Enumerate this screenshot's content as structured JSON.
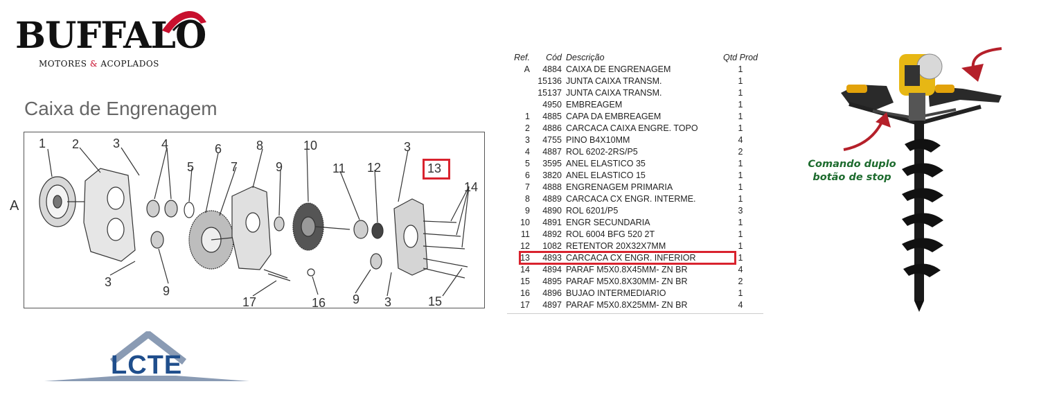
{
  "logo": {
    "brand": "BUFFALO",
    "registered": "®",
    "sub_left": "MOTORES",
    "sub_amp": "&",
    "sub_right": "ACOPLADOS"
  },
  "page": {
    "title": "Caixa de Engrenagem"
  },
  "diagram": {
    "assembly_label": "A",
    "callouts": {
      "c1": "1",
      "c2": "2",
      "c3a": "3",
      "c4": "4",
      "c5": "5",
      "c6": "6",
      "c7": "7",
      "c8": "8",
      "c9a": "9",
      "c10": "10",
      "c3b": "3",
      "c11": "11",
      "c12": "12",
      "c13": "13",
      "c14": "14",
      "c3c": "3",
      "c9b": "9",
      "c17": "17",
      "c16": "16",
      "c9c": "9",
      "c3d": "3",
      "c15": "15"
    }
  },
  "parts_table": {
    "headers": {
      "ref": "Ref.",
      "cod": "Cód",
      "desc": "Descrição",
      "qtd": "Qtd Prod"
    },
    "rows": [
      {
        "ref": "A",
        "cod": "4884",
        "desc": "CAIXA DE ENGRENAGEM",
        "qtd": "1"
      },
      {
        "ref": "",
        "cod": "15136",
        "desc": "JUNTA CAIXA TRANSM.",
        "qtd": "1"
      },
      {
        "ref": "",
        "cod": "15137",
        "desc": "JUNTA CAIXA TRANSM.",
        "qtd": "1"
      },
      {
        "ref": "",
        "cod": "4950",
        "desc": "EMBREAGEM",
        "qtd": "1"
      },
      {
        "ref": "1",
        "cod": "4885",
        "desc": "CAPA DA EMBREAGEM",
        "qtd": "1"
      },
      {
        "ref": "2",
        "cod": "4886",
        "desc": "CARCACA CAIXA ENGRE. TOPO",
        "qtd": "1"
      },
      {
        "ref": "3",
        "cod": "4755",
        "desc": "PINO B4X10MM",
        "qtd": "4"
      },
      {
        "ref": "4",
        "cod": "4887",
        "desc": "ROL 6202-2RS/P5",
        "qtd": "2"
      },
      {
        "ref": "5",
        "cod": "3595",
        "desc": "ANEL ELASTICO 35",
        "qtd": "1"
      },
      {
        "ref": "6",
        "cod": "3820",
        "desc": "ANEL ELASTICO 15",
        "qtd": "1"
      },
      {
        "ref": "7",
        "cod": "4888",
        "desc": "ENGRENAGEM PRIMARIA",
        "qtd": "1"
      },
      {
        "ref": "8",
        "cod": "4889",
        "desc": "CARCACA CX ENGR. INTERME.",
        "qtd": "1"
      },
      {
        "ref": "9",
        "cod": "4890",
        "desc": "ROL 6201/P5",
        "qtd": "3"
      },
      {
        "ref": "10",
        "cod": "4891",
        "desc": "ENGR SECUNDARIA",
        "qtd": "1"
      },
      {
        "ref": "11",
        "cod": "4892",
        "desc": "ROL 6004 BFG 520 2T",
        "qtd": "1"
      },
      {
        "ref": "12",
        "cod": "1082",
        "desc": "RETENTOR 20X32X7MM",
        "qtd": "1"
      },
      {
        "ref": "13",
        "cod": "4893",
        "desc": "CARCACA CX ENGR. INFERIOR",
        "qtd": "1"
      },
      {
        "ref": "14",
        "cod": "4894",
        "desc": "PARAF M5X0.8X45MM- ZN BR",
        "qtd": "4"
      },
      {
        "ref": "15",
        "cod": "4895",
        "desc": "PARAF M5X0.8X30MM- ZN BR",
        "qtd": "2"
      },
      {
        "ref": "16",
        "cod": "4896",
        "desc": "BUJAO INTERMEDIARIO",
        "qtd": "1"
      },
      {
        "ref": "17",
        "cod": "4897",
        "desc": "PARAF M5X0.8X25MM- ZN BR",
        "qtd": "4"
      }
    ]
  },
  "product": {
    "caption_line1": "Comando duplo",
    "caption_line2": "botão de stop"
  },
  "footer_logo": {
    "text": "LCTE"
  },
  "colors": {
    "highlight": "#d9232e",
    "caption_green": "#1d6b2e",
    "lcte_blue": "#1f4e8c",
    "logo_red": "#c8102e"
  }
}
